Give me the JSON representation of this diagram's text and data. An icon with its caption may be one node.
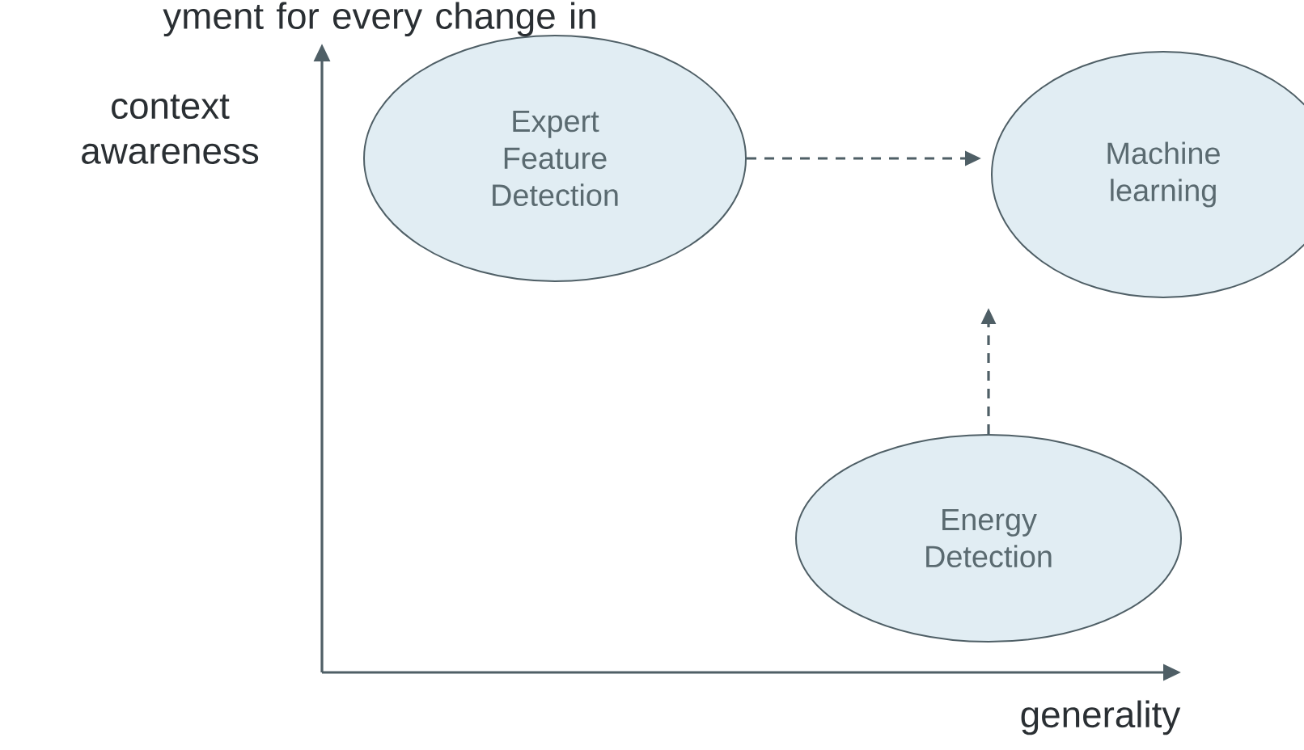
{
  "diagram": {
    "nodes": [
      {
        "text": [
          "Expert Feature Detection"
        ]
      },
      {
        "text": [
          "Machine learning"
        ]
      },
      {
        "text": [
          "Energy Detection"
        ]
      }
    ],
    "edges": [
      {
        "from": 0,
        "to": 1,
        "arrow": "to",
        "style": "dashed"
      },
      {
        "from": 2,
        "to": 1,
        "arrow": "to",
        "style": "dashed"
      }
    ],
    "labels": [
      "yment for every change in",
      "context awareness",
      "generality"
    ]
  }
}
